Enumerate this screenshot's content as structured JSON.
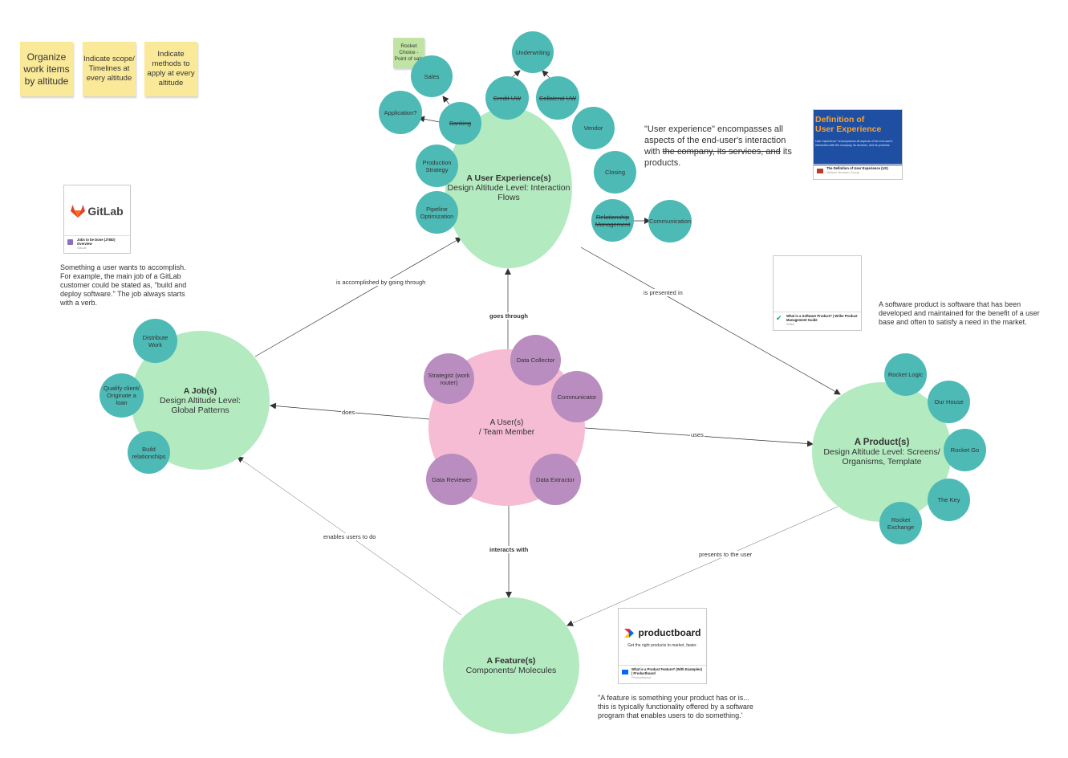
{
  "stickies": [
    {
      "text": "Organize work items by altitude"
    },
    {
      "text": "Indicate scope/ Timelines at every altitude"
    },
    {
      "text": "Indicate methods to apply at every altitude"
    }
  ],
  "rocket_sticky": "Rocket Choice - Point of sale",
  "nodes": {
    "ux": {
      "title": "A User Experience(s)",
      "subtitle": "Design Altitude Level: Interaction Flows"
    },
    "job": {
      "title": "A Job(s)",
      "subtitle": "Design Altitude Level: Global Patterns"
    },
    "user": {
      "title": "A User(s)",
      "subtitle": "/ Team Member"
    },
    "product": {
      "title": "A Product(s)",
      "subtitle": "Design Altitude Level: Screens/ Organisms, Template"
    },
    "feature": {
      "title": "A Feature(s)",
      "subtitle": "Components/ Molecules"
    }
  },
  "ux_children": {
    "underwriting": "Underwriting",
    "credit_uw": "Credit UW",
    "collateral_uw": "Collateral UW",
    "sales": "Sales",
    "application": "Application?",
    "banking": "Banking",
    "vendor": "Vendor",
    "production_strategy": "Production Strategy",
    "closing": "Closing",
    "pipeline_optimization": "Pipeline Optimization",
    "relationship_management": "Relationship Management",
    "communication": "Communication"
  },
  "job_children": {
    "distribute_work": "Distribute Work",
    "qualify_client": "Qualify client/ Originate a loan",
    "build_relationships": "Build relationships"
  },
  "user_children": {
    "strategist": "Strategist (work router)",
    "data_collector": "Data Collector",
    "communicator": "Communicator",
    "data_reviewer": "Data Reviewer",
    "data_extractor": "Data Extractor"
  },
  "product_children": {
    "rocket_logic": "Rocket Logic",
    "our_house": "Our House",
    "rocket_go": "Rocket Go",
    "the_key": "The Key",
    "rocket_exchange": "Rocket Exchange"
  },
  "edges": {
    "accomplished": "is accomplished by going through",
    "goes_through": "goes through",
    "presented_in": "is presented in",
    "does": "does",
    "uses": "uses",
    "interacts_with": "interacts with",
    "enables": "enables users to do",
    "presents": "presents to the user"
  },
  "notes": {
    "ux_quote_pre": "\"User experience\" encompasses all aspects of the end-user's interaction with ",
    "ux_quote_strike": "the company, its services, and",
    "ux_quote_post": " its products.",
    "jtbd": "Something a user wants to accomplish. For example, the main job of a GitLab customer could be stated as, \"build and deploy software.\" The job always starts with a verb.",
    "software_product": "A software product is software that has been developed and maintained for the benefit of a user base and often to satisfy a need in the market.",
    "feature_quote": "\"A feature is something your product has or is... this is typically functionality offered by a software program that enables users to do something.'"
  },
  "cards": {
    "gitlab": {
      "logo_text": "GitLab",
      "title": "Jobs to be Done (JTBD) Overview",
      "source": "GitLab"
    },
    "ux_def": {
      "hero_line1": "Definition of",
      "hero_line2": "User Experience",
      "hero_body": "User experience\" encompasses all aspects of the end-user's interaction with the company, its services, and its products.",
      "title": "The Definition of User Experience (UX)",
      "source": "Nielsen Norman Group"
    },
    "wrike": {
      "title": "What is a Software Product? | Wrike Product Management Guide",
      "source": "Wrike"
    },
    "productboard": {
      "logo_text": "productboard",
      "tagline": "Get the right products to market, faster.",
      "title": "What is a Product Feature? (With Examples) | Productboard",
      "source": "Productboard"
    }
  },
  "colors": {
    "big_node": "#b3eac0",
    "user_node": "#f5bcd4",
    "teal_node": "#4dbab6",
    "purple_node": "#b98dbf",
    "sticky": "#fbe99a",
    "sticky_green": "#bfe4a3",
    "ux_card_bg": "#1f4fa3",
    "ux_card_title": "#f3a23a",
    "gitlab_orange": "#e2432a",
    "productboard_blue": "#0068ff"
  }
}
